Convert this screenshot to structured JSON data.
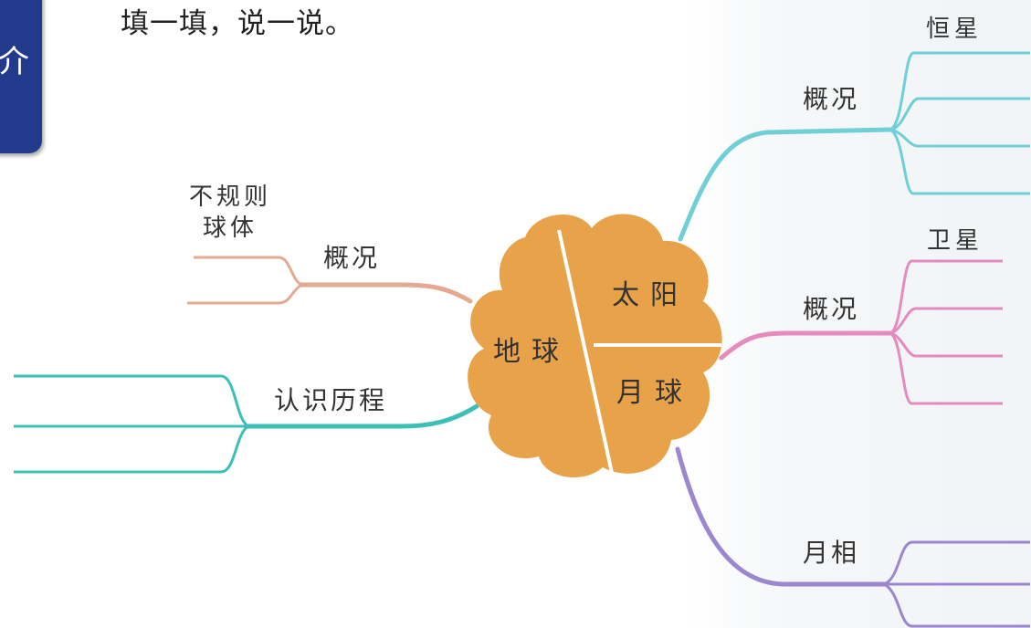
{
  "instruction": "填一填，说一说。",
  "side_tab_glyph": "介",
  "center": {
    "earth": "地球",
    "sun": "太阳",
    "moon": "月球",
    "fill_color": "#e8a34a",
    "divider_color": "#ffffff"
  },
  "branches": {
    "earth_overview": {
      "label": "概况",
      "note_line1": "不规则",
      "note_line2": "球体",
      "color": "#e3a992"
    },
    "earth_history": {
      "label": "认识历程",
      "color": "#3bbfb6"
    },
    "sun_overview": {
      "label": "概况",
      "note": "恒星",
      "color": "#6fcfd6"
    },
    "moon_overview": {
      "label": "概况",
      "note": "卫星",
      "color": "#e58bbd"
    },
    "moon_phase": {
      "label": "月相",
      "color": "#9b87cf"
    }
  },
  "text_color": "#333333"
}
